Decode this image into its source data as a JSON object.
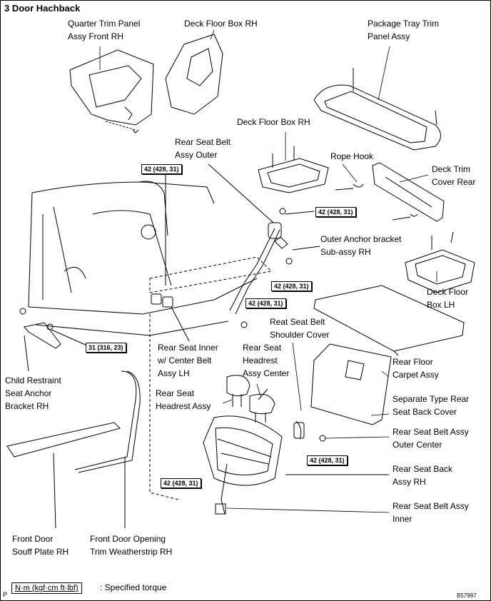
{
  "title": "3 Door Hachback",
  "labels": {
    "quarter_trim": "Quarter Trim Panel\nAssy Front RH",
    "deck_floor_box_rh_top": "Deck Floor Box RH",
    "package_tray": "Package Tray Trim\nPanel Assy",
    "deck_floor_box_rh_mid": "Deck Floor Box RH",
    "rear_seat_belt_outer": "Rear Seat Belt\nAssy Outer",
    "rope_hook": "Rope Hook",
    "deck_trim_cover": "Deck Trim\nCover Rear",
    "outer_anchor": "Outer Anchor bracket\nSub-assy RH",
    "deck_floor_box_lh": "Deck Floor\nBox LH",
    "rear_seat_belt_shoulder": "Reat Seat Belt\nShoulder Cover",
    "rear_seat_headrest_center": "Rear Seat\nHeadrest\nAssy Center",
    "rear_seat_inner": "Rear Seat Inner\nw/ Center Belt\nAssy LH",
    "rear_floor_carpet": "Rear Floor\nCarpet Assy",
    "child_restraint": "Child Restraint\nSeat Anchor\nBracket RH",
    "rear_seat_headrest": "Rear Seat\nHeadrest Assy",
    "separate_type": "Separate Type Rear\nSeat Back Cover",
    "belt_outer_center": "Rear Seat Belt Assy\nOuter Center",
    "seat_back": "Rear Seat Back\nAssy RH",
    "belt_inner": "Rear Seat Belt Assy\nInner",
    "front_door_scuff": "Front Door\nSouff Plate RH",
    "front_door_opening": "Front Door Opening\nTrim Weatherstrip RH"
  },
  "torques": {
    "t1": "42 (428, 31)",
    "t2": "42 (428, 31)",
    "t3": "42 (428, 31)",
    "t4": "42 (428, 31)",
    "t5": "31 (316, 23)",
    "t6": "42 (428, 31)",
    "t7": "42 (428, 31)"
  },
  "legend": {
    "unit": "N·m (kgf·cm ft·lbf)",
    "text": ": Specified torque"
  },
  "corner_left": "P",
  "corner_right": "B57997"
}
